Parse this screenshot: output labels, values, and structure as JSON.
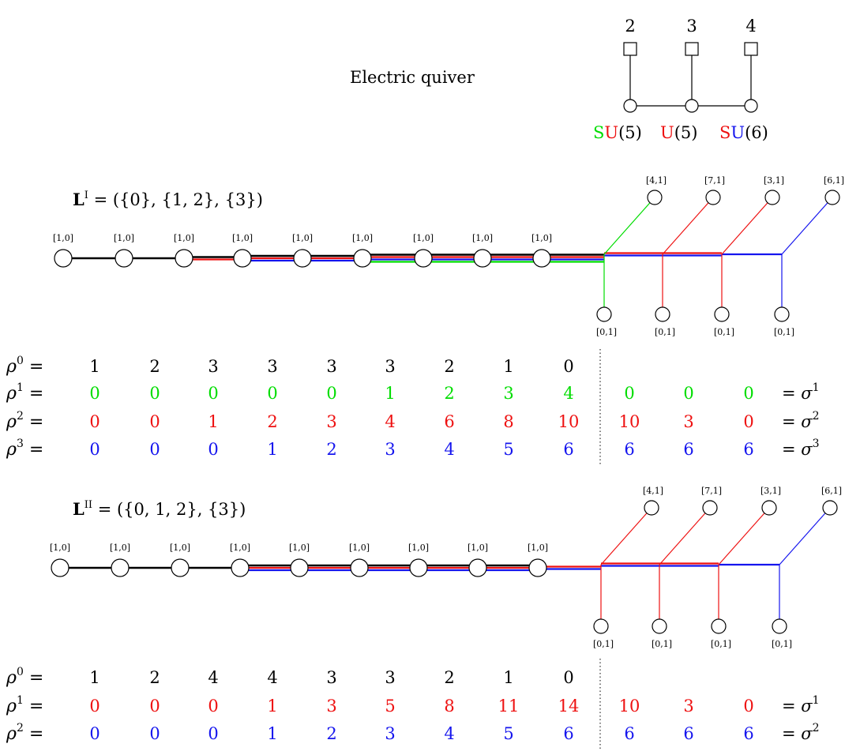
{
  "caption": "Electric quiver",
  "colors": {
    "black": "#000000",
    "green": "#00dd00",
    "red": "#ee1111",
    "blue": "#1515ee"
  },
  "electric_quiver": {
    "flavors": [
      "2",
      "3",
      "4"
    ],
    "gauge_groups": [
      {
        "parts": [
          {
            "text": "S",
            "color": "green"
          },
          {
            "text": "U",
            "color": "red"
          },
          {
            "text": "(5)",
            "color": "black"
          }
        ]
      },
      {
        "parts": [
          {
            "text": "U",
            "color": "red"
          },
          {
            "text": "(5)",
            "color": "black"
          }
        ]
      },
      {
        "parts": [
          {
            "text": "S",
            "color": "red"
          },
          {
            "text": "U",
            "color": "blue"
          },
          {
            "text": "(6)",
            "color": "black"
          }
        ]
      }
    ]
  },
  "quivers": [
    {
      "title": {
        "symbol": "L",
        "sup": "I",
        "rest": " = ({0}, {1, 2}, {3})"
      },
      "chain_labels": [
        "[1,0]",
        "[1,0]",
        "[1,0]",
        "[1,0]",
        "[1,0]",
        "[1,0]",
        "[1,0]",
        "[1,0]",
        "[1,0]"
      ],
      "top_labels": [
        "[4,1]",
        "[7,1]",
        "[3,1]",
        "[6,1]"
      ],
      "bottom_labels": [
        "[0,1]",
        "[0,1]",
        "[0,1]",
        "[0,1]"
      ],
      "edge_colors": [
        [
          "black"
        ],
        [
          "black"
        ],
        [
          "black",
          "red"
        ],
        [
          "black",
          "red",
          "blue"
        ],
        [
          "black",
          "red",
          "blue"
        ],
        [
          "black",
          "red",
          "blue",
          "green"
        ],
        [
          "black",
          "red",
          "blue",
          "green"
        ],
        [
          "black",
          "red",
          "blue",
          "green"
        ],
        [
          "black",
          "red",
          "blue",
          "green"
        ]
      ],
      "branch_colors": [
        "green",
        "red",
        "red",
        "blue"
      ],
      "trunk_colors": [
        [
          "red",
          "blue"
        ],
        [
          "red",
          "blue"
        ],
        [
          "blue"
        ]
      ],
      "rows": [
        {
          "label": "ρ",
          "sup": "0",
          "color": "black",
          "values": [
            "1",
            "2",
            "3",
            "3",
            "3",
            "3",
            "2",
            "1",
            "0"
          ],
          "sigma_values": [],
          "sigma_sup": ""
        },
        {
          "label": "ρ",
          "sup": "1",
          "color": "green",
          "values": [
            "0",
            "0",
            "0",
            "0",
            "0",
            "1",
            "2",
            "3",
            "4"
          ],
          "sigma_values": [
            "0",
            "0",
            "0"
          ],
          "sigma_sup": "1"
        },
        {
          "label": "ρ",
          "sup": "2",
          "color": "red",
          "values": [
            "0",
            "0",
            "1",
            "2",
            "3",
            "4",
            "6",
            "8",
            "10"
          ],
          "sigma_values": [
            "10",
            "3",
            "0"
          ],
          "sigma_sup": "2"
        },
        {
          "label": "ρ",
          "sup": "3",
          "color": "blue",
          "values": [
            "0",
            "0",
            "0",
            "1",
            "2",
            "3",
            "4",
            "5",
            "6"
          ],
          "sigma_values": [
            "6",
            "6",
            "6"
          ],
          "sigma_sup": "3"
        }
      ]
    },
    {
      "title": {
        "symbol": "L",
        "sup": "II",
        "rest": " = ({0, 1, 2}, {3})"
      },
      "chain_labels": [
        "[1,0]",
        "[1,0]",
        "[1,0]",
        "[1,0]",
        "[1,0]",
        "[1,0]",
        "[1,0]",
        "[1,0]",
        "[1,0]"
      ],
      "top_labels": [
        "[4,1]",
        "[7,1]",
        "[3,1]",
        "[6,1]"
      ],
      "bottom_labels": [
        "[0,1]",
        "[0,1]",
        "[0,1]",
        "[0,1]"
      ],
      "edge_colors": [
        [
          "black"
        ],
        [
          "black"
        ],
        [
          "black"
        ],
        [
          "black",
          "red",
          "blue"
        ],
        [
          "black",
          "red",
          "blue"
        ],
        [
          "black",
          "red",
          "blue"
        ],
        [
          "black",
          "red",
          "blue"
        ],
        [
          "black",
          "red",
          "blue"
        ],
        [
          "red",
          "blue"
        ]
      ],
      "branch_colors": [
        "red",
        "red",
        "red",
        "blue"
      ],
      "trunk_colors": [
        [
          "red",
          "blue"
        ],
        [
          "red",
          "blue"
        ],
        [
          "blue"
        ]
      ],
      "rows": [
        {
          "label": "ρ",
          "sup": "0",
          "color": "black",
          "values": [
            "1",
            "2",
            "4",
            "4",
            "3",
            "3",
            "2",
            "1",
            "0"
          ],
          "sigma_values": [],
          "sigma_sup": ""
        },
        {
          "label": "ρ",
          "sup": "1",
          "color": "red",
          "values": [
            "0",
            "0",
            "0",
            "1",
            "3",
            "5",
            "8",
            "11",
            "14"
          ],
          "sigma_values": [
            "10",
            "3",
            "0"
          ],
          "sigma_sup": "1"
        },
        {
          "label": "ρ",
          "sup": "2",
          "color": "blue",
          "values": [
            "0",
            "0",
            "0",
            "1",
            "2",
            "3",
            "4",
            "5",
            "6"
          ],
          "sigma_values": [
            "6",
            "6",
            "6"
          ],
          "sigma_sup": "2"
        }
      ]
    }
  ],
  "sigma_symbol": "σ"
}
